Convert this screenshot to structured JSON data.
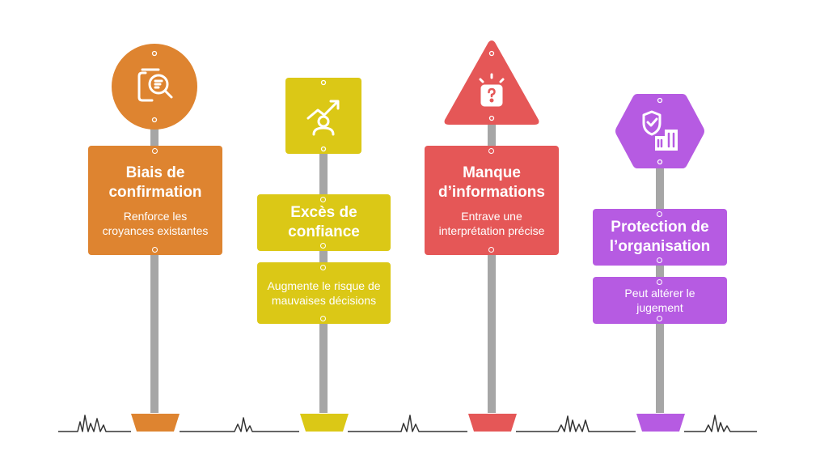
{
  "signs": [
    {
      "title": "Biais de confirmation",
      "description": "Renforce les croyances existantes",
      "icon": "document-search-icon",
      "color": "#DE8430"
    },
    {
      "title": "Excès de confiance",
      "description": "Augmente le risque de mauvaises décisions",
      "icon": "person-rising-chart-icon",
      "color": "#DBC816"
    },
    {
      "title": "Manque d’informations",
      "description": "Entrave une interprétation précise",
      "icon": "question-box-icon",
      "color": "#E55757"
    },
    {
      "title": "Protection de l’organisation",
      "description": "Peut altérer le jugement",
      "icon": "shield-building-icon",
      "color": "#B65BE2"
    }
  ]
}
